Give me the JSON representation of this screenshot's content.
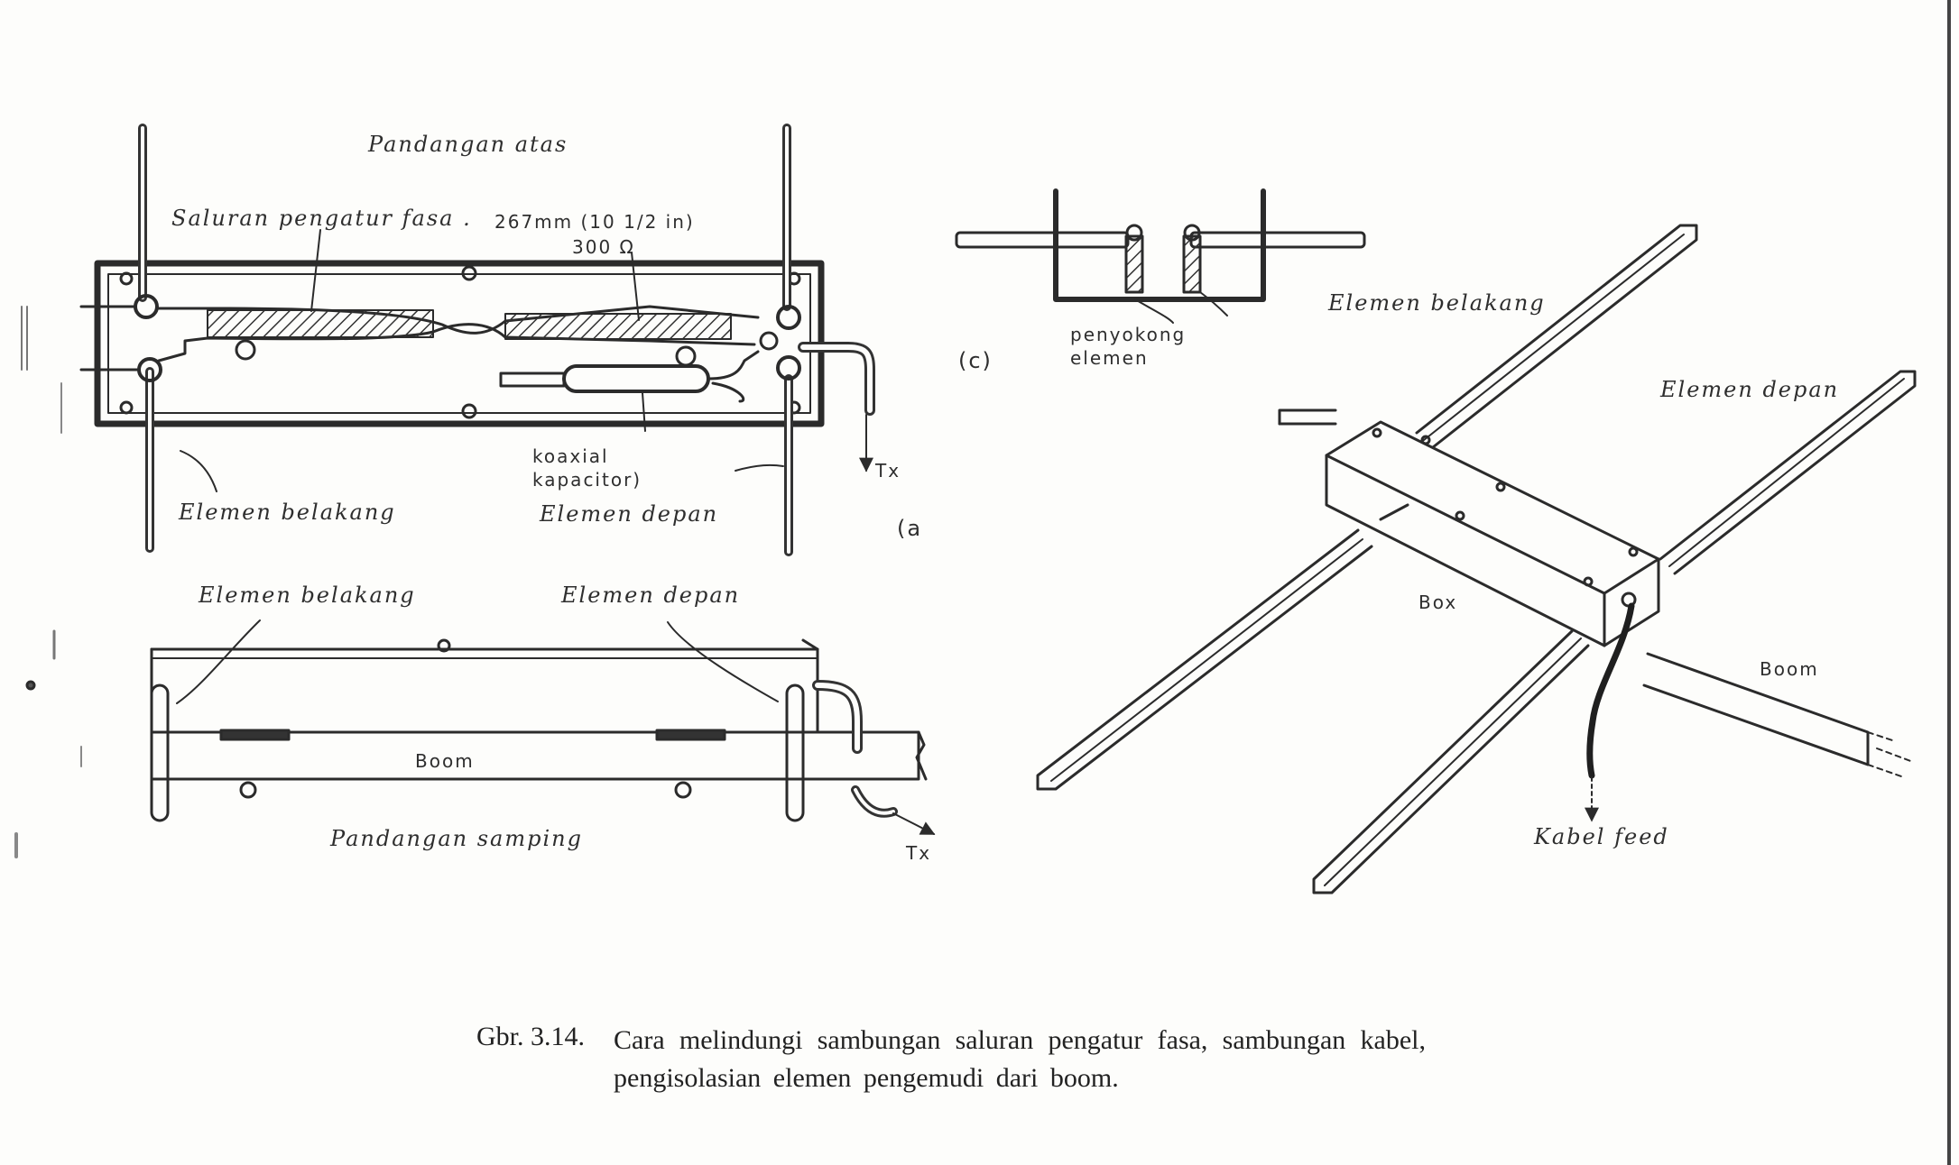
{
  "figure": {
    "caption_number": "Gbr. 3.14.",
    "caption_text": "Cara melindungi sambungan saluran pengatur fasa, sambungan kabel, pengisolasian elemen pengemudi dari boom."
  },
  "top_view": {
    "title": "Pandangan atas",
    "phasing_line": "Saluran pengatur fasa .",
    "length_spec": "267mm (10 1/2 in)",
    "impedance": "300 Ω",
    "capacitor": "koaxial kapacitor)",
    "rear_element": "Elemen belakang",
    "front_element": "Elemen depan",
    "tx": "Tx",
    "panel_label": "(a"
  },
  "side_view": {
    "title": "Pandangan samping",
    "rear_element": "Elemen belakang",
    "front_element": "Elemen depan",
    "boom": "Boom",
    "tx": "Tx"
  },
  "insulator_detail": {
    "panel_label": "(c)",
    "support_label": "penyokong elemen"
  },
  "isometric_view": {
    "rear_element": "Elemen belakang",
    "front_element": "Elemen depan",
    "box": "Box",
    "boom": "Boom",
    "feed_cable": "Kabel feed"
  }
}
